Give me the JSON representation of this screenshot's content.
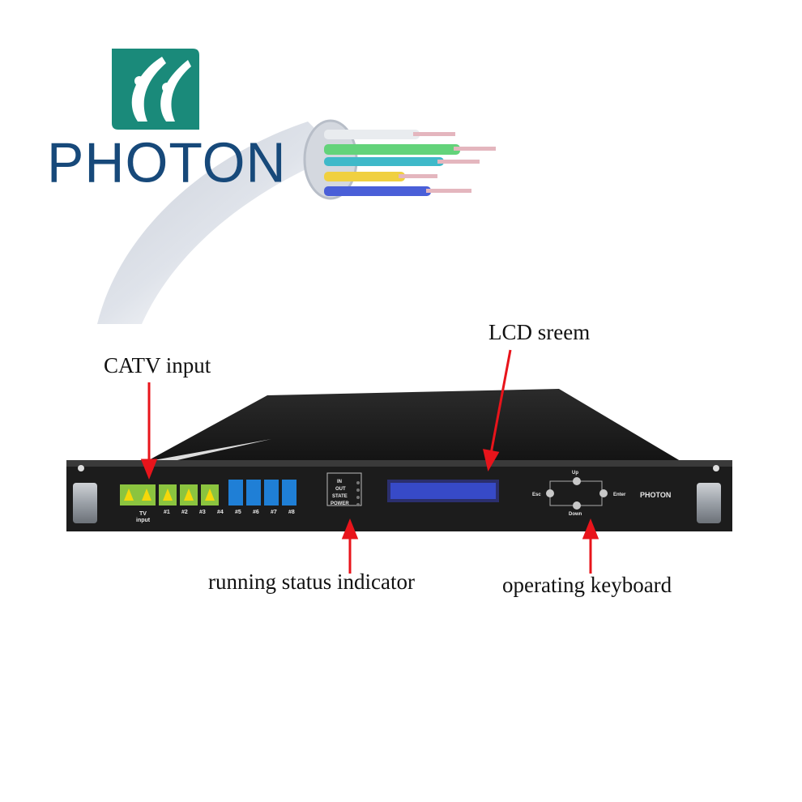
{
  "brand": {
    "name": "PHOTON"
  },
  "callouts": {
    "catv": "CATV input",
    "lcd": "LCD sreem",
    "status": "running status indicator",
    "keyboard": "operating keyboard"
  },
  "device": {
    "input_port_label": "TV\ninput",
    "port_labels": [
      "#1",
      "#2",
      "#3",
      "#4",
      "#5",
      "#6",
      "#7",
      "#8"
    ],
    "indicators": [
      "IN",
      "OUT",
      "STATE",
      "POWER"
    ],
    "keys": {
      "up": "Up",
      "down": "Down",
      "esc": "Esc",
      "enter": "Enter"
    },
    "panel_brand": "PHOTON"
  },
  "colors": {
    "brand_blue": "#17497a",
    "logo_teal": "#1a8a7a",
    "arrow_red": "#e8141b",
    "lcd_blue": "#3a4fd8"
  }
}
